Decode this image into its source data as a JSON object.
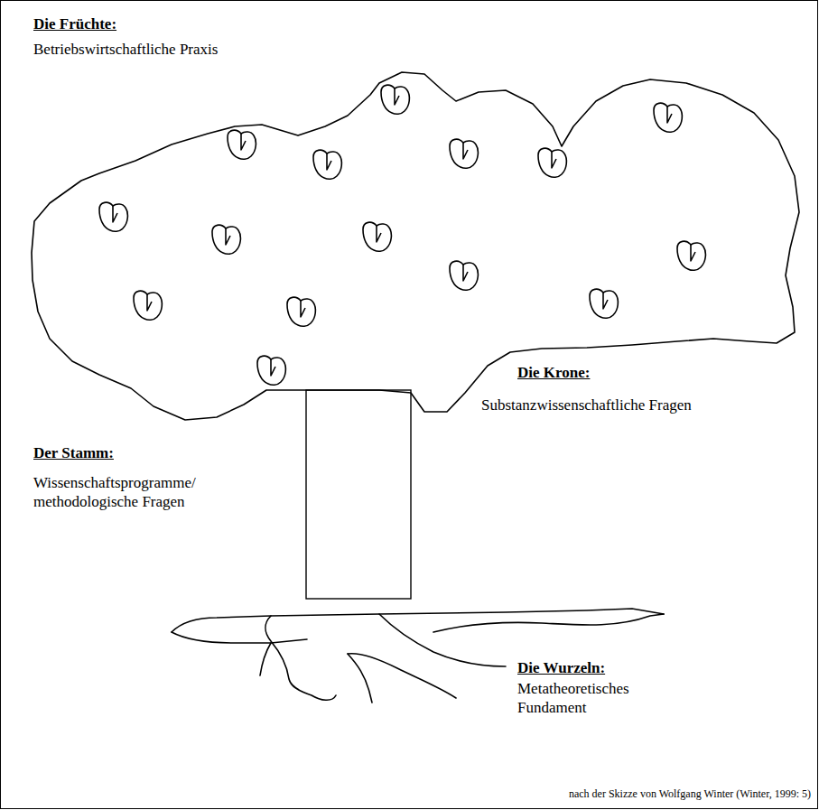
{
  "diagram": {
    "caption": "nach der Skizze von Wolfgang Winter (Winter, 1999: 5)",
    "labels": [
      "Die Früchte:",
      "Betriebswirtschaftliche Praxis",
      "Die Krone:",
      "Substanzwissenschaftliche Fragen",
      "Der Stamm:",
      "Wissenschaftsprogramme/ methodologische Fragen",
      "Die Wurzeln:",
      "Metatheoretisches Fundament"
    ]
  }
}
